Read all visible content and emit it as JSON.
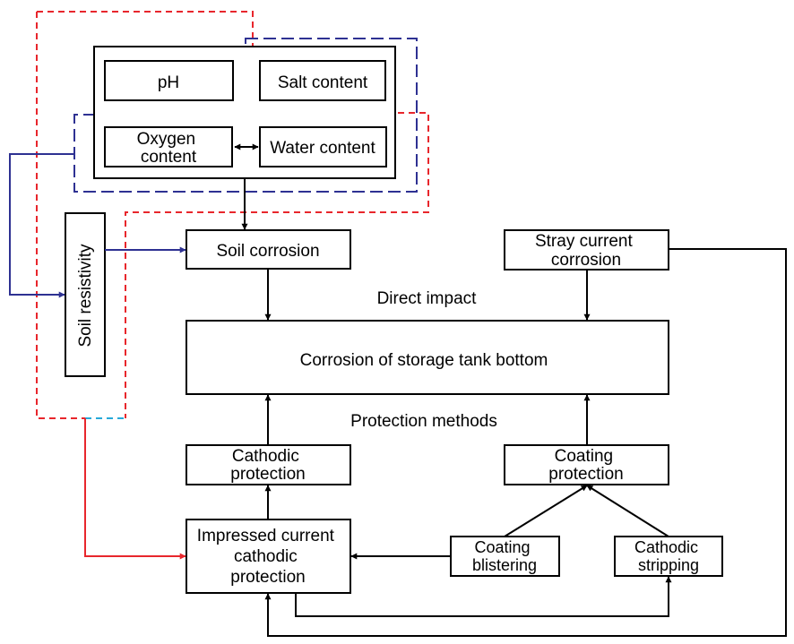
{
  "nodes": {
    "ph": [
      "pH"
    ],
    "salt": [
      "Salt content"
    ],
    "oxygen": [
      "Oxygen",
      "content"
    ],
    "water": [
      "Water content"
    ],
    "soil_resistivity": [
      "Soil resistivity"
    ],
    "soil_corrosion": [
      "Soil corrosion"
    ],
    "stray_current": [
      "Stray current",
      "corrosion"
    ],
    "tank_bottom": [
      "Corrosion of storage tank bottom"
    ],
    "cathodic_protection": [
      "Cathodic",
      "protection"
    ],
    "coating_protection": [
      "Coating",
      "protection"
    ],
    "impressed_current": [
      "Impressed current",
      "cathodic",
      "protection"
    ],
    "coating_blistering": [
      "Coating",
      "blistering"
    ],
    "cathodic_stripping": [
      "Cathodic",
      "stripping"
    ]
  },
  "annotations": {
    "direct_impact": "Direct impact",
    "protection_methods": "Protection methods"
  },
  "colors": {
    "blue_line": "#2e3192",
    "red_line": "#e8262c",
    "cyan_dash": "#27a9d9",
    "black": "#000000"
  }
}
